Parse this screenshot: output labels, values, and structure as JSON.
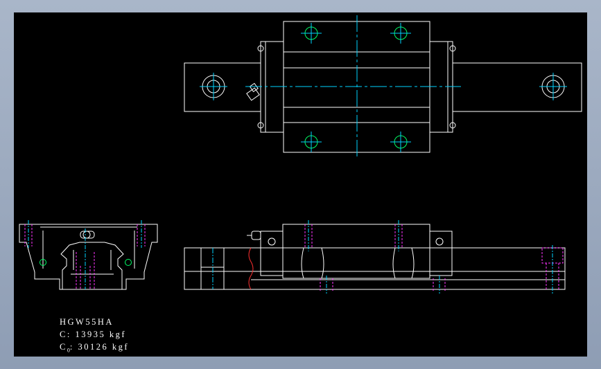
{
  "colors": {
    "background": "#000000",
    "outline": "#ffffff",
    "centerline": "#00d5ff",
    "hole": "#00ff66",
    "hidden": "#ff33ff",
    "section": "#ff2222",
    "frame": "#9aa8bd"
  },
  "spec": {
    "model": "HGW55HA",
    "dynamic_load_label": "C",
    "dynamic_load": ": 13935 kgf",
    "static_load_label": "C",
    "static_load_sub": "0",
    "static_load": ": 30126 kgf"
  }
}
